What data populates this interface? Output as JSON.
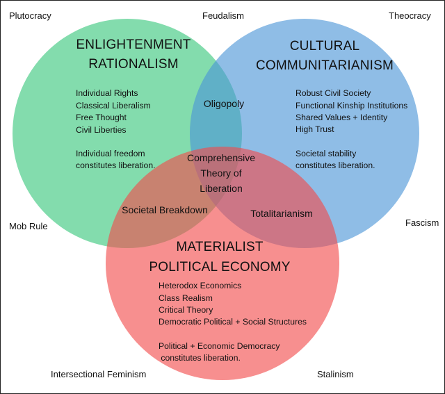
{
  "colors": {
    "enlightenment": "#37c77a",
    "cultural": "#4a94d6",
    "materialist": "#f24b4b",
    "background": "#ffffff",
    "text": "#111111"
  },
  "corners": {
    "top_left": "Plutocracy",
    "top_center": "Feudalism",
    "top_right": "Theocracy",
    "mid_left": "Mob Rule",
    "mid_right": "Fascism",
    "bottom_left": "Intersectional Feminism",
    "bottom_right": "Stalinism"
  },
  "circles": {
    "enlightenment": {
      "title": [
        "ENLIGHTENMENT",
        "RATIONALISM"
      ],
      "items": [
        "Individual Rights",
        "Classical Liberalism",
        "Free Thought",
        "Civil Liberties"
      ],
      "liberation": [
        "Individual freedom",
        "constitutes liberation."
      ]
    },
    "cultural": {
      "title": [
        "CULTURAL",
        "COMMUNITARIANISM"
      ],
      "items": [
        "Robust Civil Society",
        "Functional Kinship Institutions",
        "Shared Values + Identity",
        "High Trust"
      ],
      "liberation": [
        "Societal stability",
        "constitutes liberation."
      ]
    },
    "materialist": {
      "title": [
        "MATERIALIST",
        "POLITICAL ECONOMY"
      ],
      "items": [
        "Heterodox Economics",
        "Class Realism",
        "Critical Theory",
        "Democratic Political + Social Structures"
      ],
      "liberation": [
        "Political + Economic Democracy",
        " constitutes liberation."
      ]
    }
  },
  "overlaps": {
    "enlightenment_cultural": "Oligopoly",
    "enlightenment_materialist": "Societal Breakdown",
    "cultural_materialist": "Totalitarianism",
    "center": [
      "Comprehensive",
      "Theory of",
      "Liberation"
    ]
  }
}
